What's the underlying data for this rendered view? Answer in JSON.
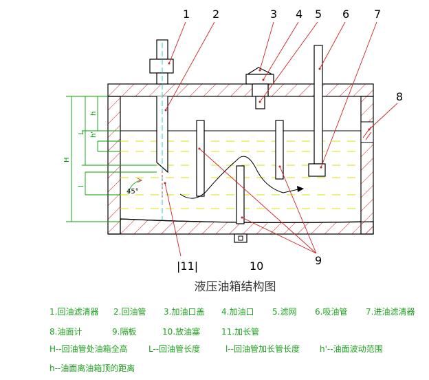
{
  "title": "液压油箱结构图",
  "part_numbers": [
    "1",
    "2",
    "3",
    "4",
    "5",
    "6",
    "7",
    "8",
    "9",
    "10",
    "11"
  ],
  "bottom_label_11": "|11|",
  "dimensions": {
    "H": "H",
    "L": "L",
    "h": "h",
    "h_prime": "h'",
    "l": "l",
    "angle": "45°"
  },
  "legend": {
    "row1": [
      "1.回油滤清器",
      "2.回油管",
      "3.加油口盖",
      "4.加油口",
      "5.滤网",
      "6.吸油管",
      "7.进油滤清器"
    ],
    "row2": [
      "8.油面计",
      "9.隔板",
      "10.放油塞",
      "11.加长管"
    ],
    "row3": [
      "H--回油管处油箱全高",
      "L--回油管长度",
      "l--回油管加长管长度",
      "h'--油面波动范围"
    ],
    "row4": [
      "h--油面离油箱顶的距离"
    ]
  },
  "colors": {
    "outline": "#000000",
    "hatch": "#cc2222",
    "dimension": "#00a000",
    "oil_level": "#e0e000",
    "leader": "#cc2222",
    "legend_text": "#20a020"
  }
}
